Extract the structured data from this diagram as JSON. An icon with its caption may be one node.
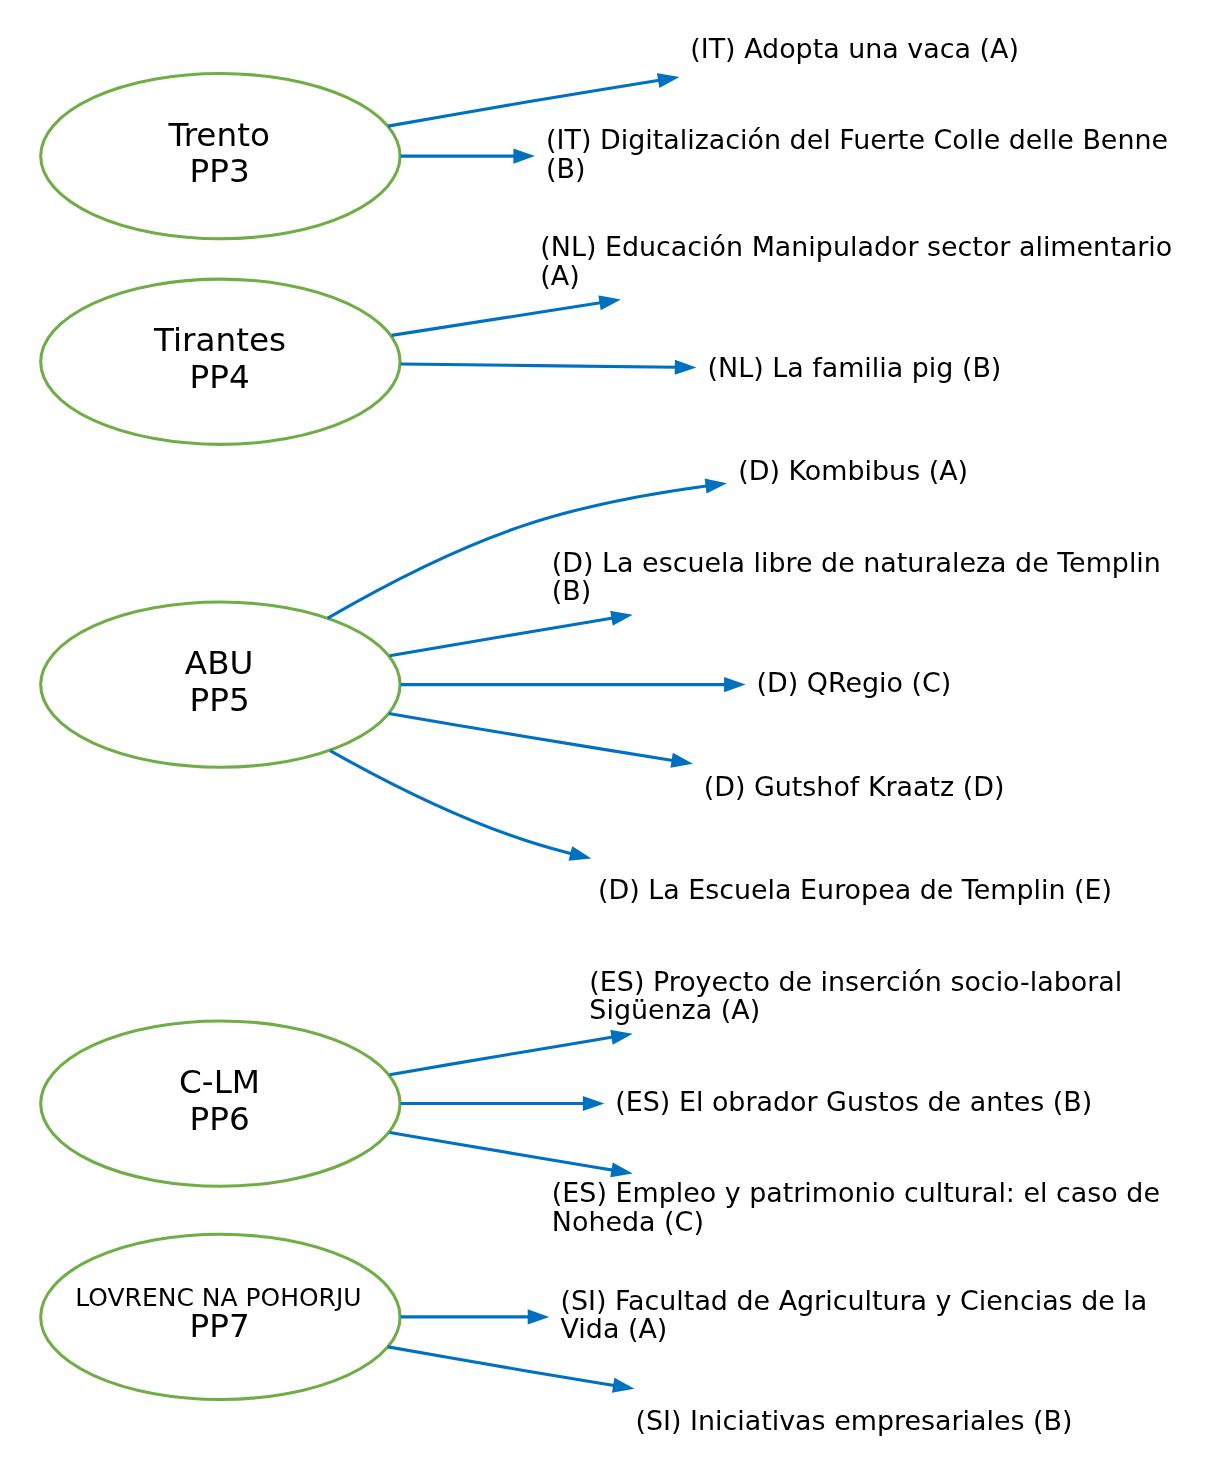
{
  "diagram": {
    "nodes": [
      {
        "text": [
          "Trento",
          "PP3"
        ]
      },
      {
        "text": [
          "(IT) Adopta una vaca (A)"
        ]
      },
      {
        "text": [
          "(IT) Digitalización del Fuerte Colle delle Benne (B)"
        ]
      },
      {
        "text": [
          "Tirantes",
          "PP4"
        ]
      },
      {
        "text": [
          "(NL) Educación Manipulador sector alimentario (A)"
        ]
      },
      {
        "text": [
          "(NL) La familia pig (B)"
        ]
      },
      {
        "text": [
          "ABU",
          "PP5"
        ]
      },
      {
        "text": [
          "(D) Kombibus (A)"
        ]
      },
      {
        "text": [
          "(D) La escuela libre de naturaleza de Templin (B)"
        ]
      },
      {
        "text": [
          "(D) QRegio (C)"
        ]
      },
      {
        "text": [
          "(D) Gutshof Kraatz (D)"
        ]
      },
      {
        "text": [
          "(D) La Escuela Europea de Templin (E)"
        ]
      },
      {
        "text": [
          "C-LM",
          "PP6"
        ]
      },
      {
        "text": [
          "(ES) Proyecto de inserción socio-laboral Sigüenza (A)"
        ]
      },
      {
        "text": [
          "(ES) El obrador Gustos de antes (B)"
        ]
      },
      {
        "text": [
          "(ES) Empleo y patrimonio cultural: el caso de Noheda (C)"
        ]
      },
      {
        "text": [
          "LOVRENC NA POHORJU",
          "PP7"
        ]
      },
      {
        "text": [
          "(SI) Facultad de Agricultura y Ciencias de la Vida (A)"
        ]
      },
      {
        "text": [
          "(SI) Iniciativas empresariales (B)"
        ]
      }
    ],
    "edges": [
      {
        "from": 0,
        "to": 1,
        "arrow": "to"
      },
      {
        "from": 0,
        "to": 2,
        "arrow": "to"
      },
      {
        "from": 3,
        "to": 4,
        "arrow": "to"
      },
      {
        "from": 3,
        "to": 5,
        "arrow": "to"
      },
      {
        "from": 6,
        "to": 7,
        "arrow": "to"
      },
      {
        "from": 6,
        "to": 8,
        "arrow": "to"
      },
      {
        "from": 6,
        "to": 9,
        "arrow": "to"
      },
      {
        "from": 6,
        "to": 10,
        "arrow": "to"
      },
      {
        "from": 6,
        "to": 11,
        "arrow": "to"
      },
      {
        "from": 12,
        "to": 13,
        "arrow": "to"
      },
      {
        "from": 12,
        "to": 14,
        "arrow": "to"
      },
      {
        "from": 12,
        "to": 15,
        "arrow": "to"
      },
      {
        "from": 16,
        "to": 17,
        "arrow": "to"
      },
      {
        "from": 16,
        "to": 18,
        "arrow": "to"
      }
    ]
  }
}
